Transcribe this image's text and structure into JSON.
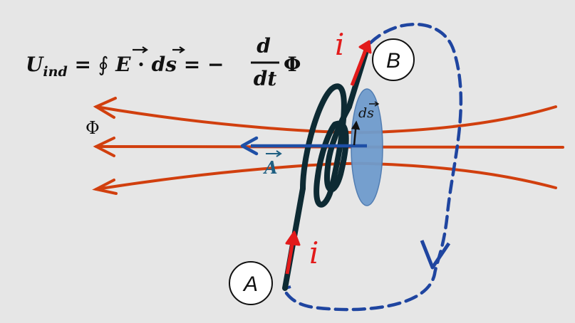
{
  "formula": {
    "lhs_symbol": "U",
    "lhs_subscript": "ind",
    "equals1": "=",
    "integral": "∮",
    "field": "E",
    "dot": "·",
    "ds": "ds",
    "equals2": "=",
    "minus": "−",
    "frac_num": "d",
    "frac_den": "dt",
    "flux_symbol": "Φ"
  },
  "labels": {
    "flux": "Φ",
    "area_vector": "A",
    "ds_vector": "ds",
    "current_top": "i",
    "current_bottom": "i",
    "node_a": "A",
    "node_b": "B"
  },
  "colors": {
    "background": "#e6e6e6",
    "field_lines": "#d13f0e",
    "coil": "#0d2a33",
    "current": "#e21b1b",
    "area_vector": "#1e4fa6",
    "path_dashed": "#1f45a0",
    "disk": "#6f9ccd"
  }
}
